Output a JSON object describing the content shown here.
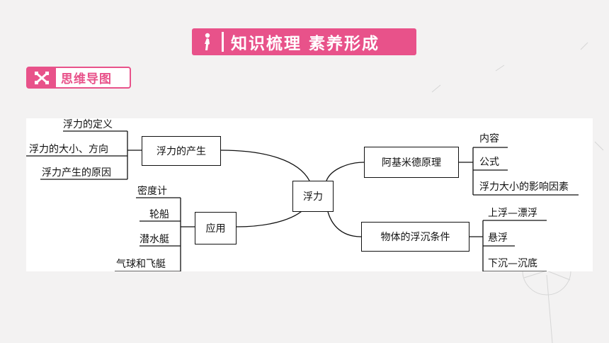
{
  "banner": {
    "title": "知识梳理 素养形成",
    "icon": "person-icon"
  },
  "section": {
    "label": "思维导图",
    "icon": "cross-arrows-icon"
  },
  "mindmap": {
    "center": "浮力",
    "branches": {
      "generation": {
        "label": "浮力的产生",
        "items": [
          "浮力的定义",
          "浮力的大小、方向",
          "浮力产生的原因"
        ]
      },
      "application": {
        "label": "应用",
        "items": [
          "密度计",
          "轮船",
          "潜水艇",
          "气球和飞艇"
        ]
      },
      "archimedes": {
        "label": "阿基米德原理",
        "items": [
          "内容",
          "公式",
          "浮力大小的影响因素"
        ]
      },
      "conditions": {
        "label": "物体的浮沉条件",
        "items": [
          "上浮—漂浮",
          "悬浮",
          "下沉—沉底"
        ]
      }
    }
  },
  "colors": {
    "accent": "#e8528a",
    "background": "#f3f2f2"
  }
}
